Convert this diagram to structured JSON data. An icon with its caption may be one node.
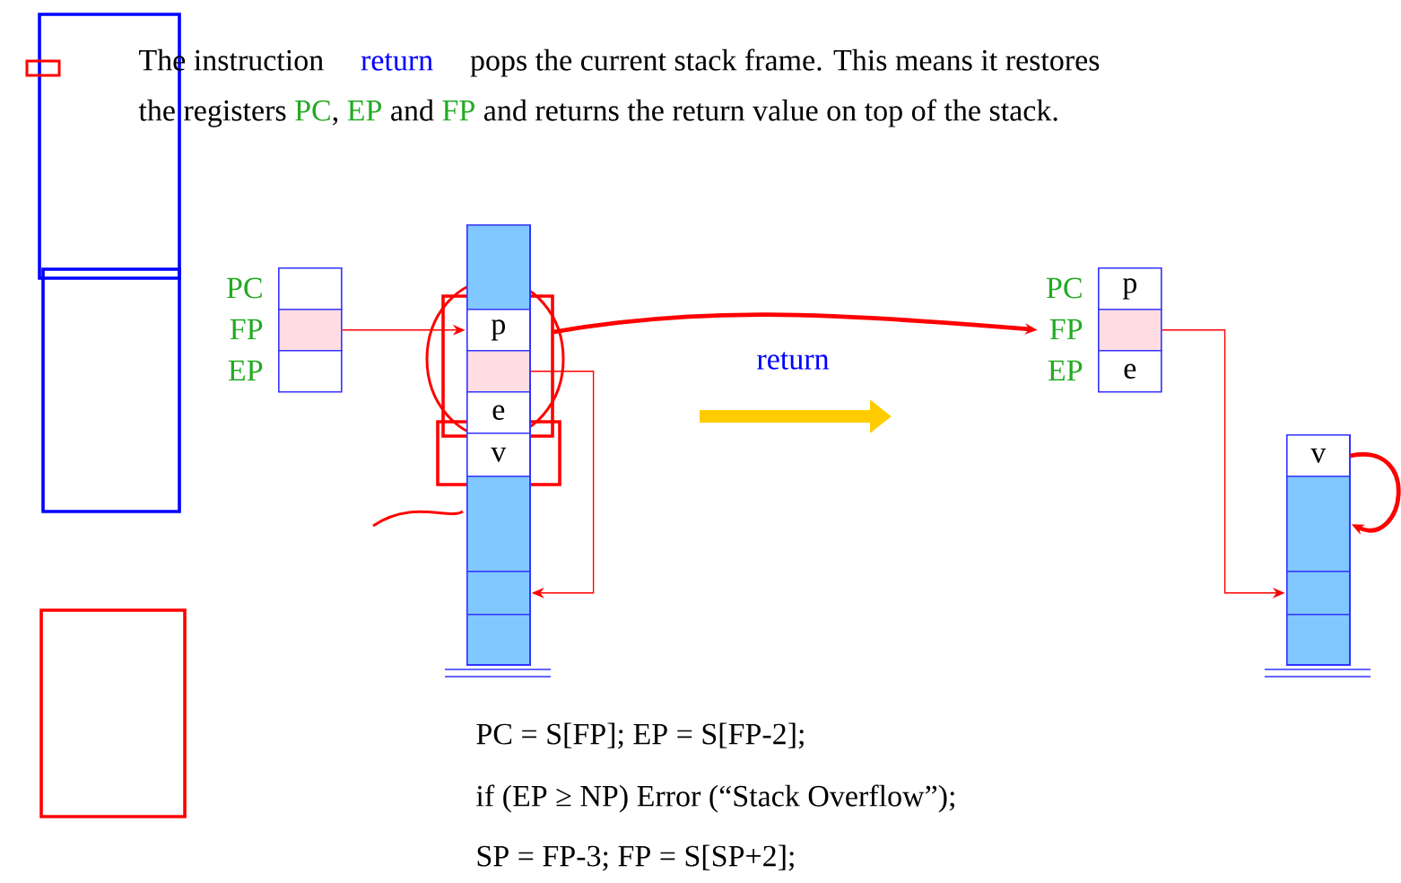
{
  "diagram": {
    "nodes": [
      {
        "text": [],
        "shape": "box",
        "beside": [
          "PC"
        ]
      },
      {
        "text": [],
        "shape": "box",
        "beside": [
          "FP"
        ]
      },
      {
        "text": [],
        "shape": "box",
        "beside": [
          "EP"
        ]
      },
      {
        "text": [],
        "shape": "bar"
      },
      {
        "text": [],
        "shape": "box",
        "in": 3
      },
      {
        "text": [
          "p"
        ],
        "in": 3
      },
      {
        "text": [],
        "shape": "box",
        "in": 3
      },
      {
        "text": [
          "e"
        ],
        "in": 3
      },
      {
        "text": [
          "v"
        ],
        "in": 3
      },
      {
        "text": [],
        "shape": "box",
        "in": 3
      },
      {
        "text": [],
        "shape": "box",
        "in": 3
      },
      {
        "text": [],
        "shape": "box",
        "in": 3
      },
      {
        "text": [
          "p"
        ],
        "beside": [
          "PC"
        ]
      },
      {
        "text": [],
        "shape": "box",
        "beside": [
          "FP"
        ]
      },
      {
        "text": [
          "e"
        ],
        "beside": [
          "EP"
        ]
      },
      {
        "text": [],
        "shape": "bar"
      },
      {
        "text": [
          "v"
        ],
        "in": 15
      },
      {
        "text": [],
        "shape": "box",
        "in": 15
      },
      {
        "text": [],
        "shape": "box",
        "in": 15
      },
      {
        "text": [],
        "shape": "box",
        "in": 15
      }
    ],
    "edges": [
      {
        "from": 1,
        "to": 5,
        "arrow": "to"
      },
      {
        "from": 6,
        "to": 10,
        "arrow": "to"
      },
      {
        "from": 13,
        "to": 18,
        "arrow": "to"
      },
      {
        "from": 5,
        "to": 13,
        "arrow": "to",
        "style": "thick"
      },
      {
        "from": 16,
        "to": 17,
        "arrow": "to",
        "style": "thick"
      }
    ],
    "labels": [
      "The instruction",
      "return",
      "pops the current stack frame. This means it restores",
      "the registers",
      "PC",
      ",",
      "EP",
      "and",
      "FP",
      "and returns the return value on top of the stack.",
      "return",
      "PC = S[FP]; EP = S[FP-2];",
      "if (EP ≥ NP) Error (“Stack Overflow”);",
      "SP = FP-3; FP = S[SP+2];"
    ]
  }
}
